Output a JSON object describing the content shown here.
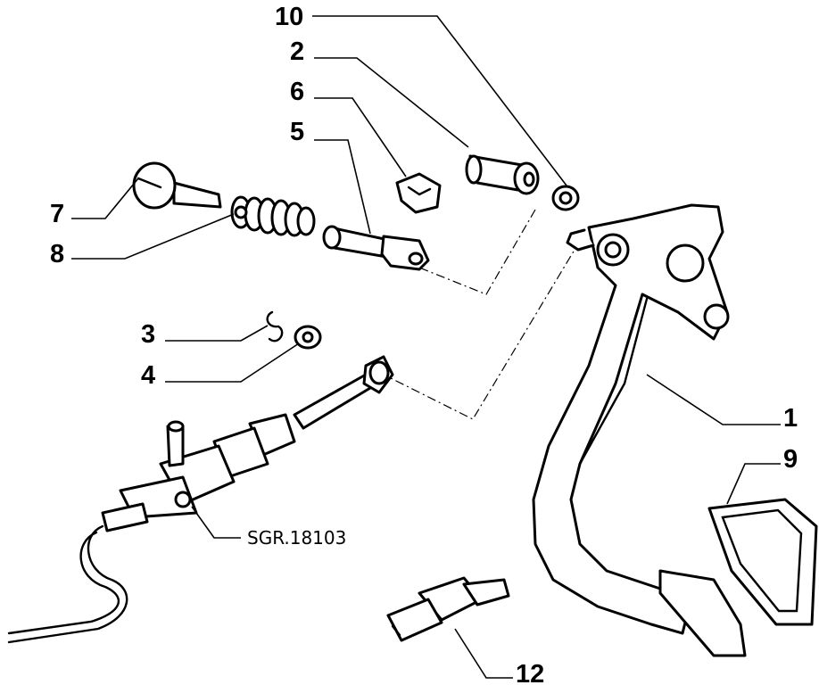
{
  "diagram": {
    "labels": {
      "p10": "10",
      "p2": "2",
      "p6": "6",
      "p5": "5",
      "p7": "7",
      "p8": "8",
      "p3": "3",
      "p4": "4",
      "p1": "1",
      "p9": "9",
      "p12": "12"
    },
    "reference": "SGR.18103"
  }
}
